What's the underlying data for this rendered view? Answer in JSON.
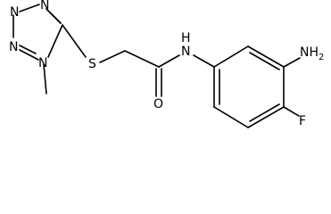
{
  "molecule": {
    "atoms": {
      "tetrazole_n2": "N",
      "tetrazole_n3": "N",
      "tetrazole_n4": "N",
      "tetrazole_n1": "N",
      "thioether_s": "S",
      "amide_o": "O",
      "amide_n": "N",
      "amide_h": "H",
      "amino_group": "NH",
      "amino_sub2": "2",
      "fluorine": "F"
    }
  }
}
